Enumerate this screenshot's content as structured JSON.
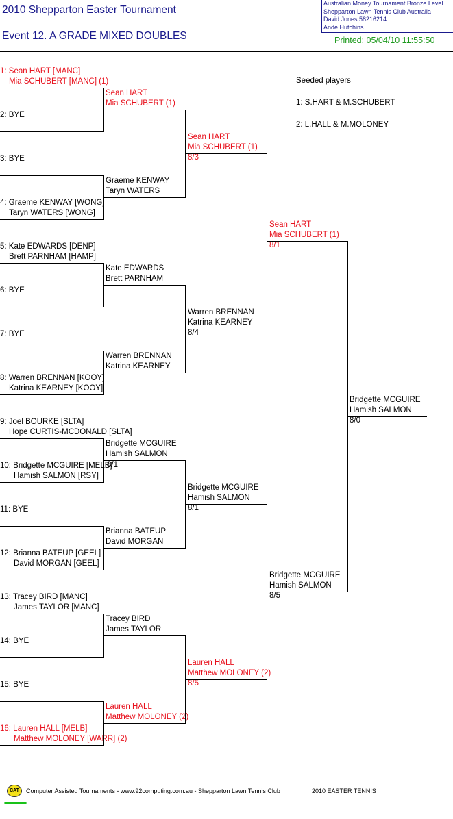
{
  "header": {
    "tournament_title": "2010 Shepparton Easter Tournament",
    "event_title": "Event 12. A GRADE MIXED DOUBLES",
    "info_lines": [
      "Australian Money Tournament Bronze Level",
      "Shepparton Lawn Tennis Club   Australia",
      "David Jones   58216214",
      "Ande Hutchins"
    ],
    "printed": "Printed: 05/04/10 11:55:50"
  },
  "seeded": {
    "heading": "Seeded players",
    "players": [
      "1: S.HART & M.SCHUBERT",
      "2: L.HALL & M.MOLONEY"
    ]
  },
  "draw": [
    {
      "line1": "1: Sean HART [MANC]",
      "line2": "Mia SCHUBERT [MANC] (1)"
    },
    {
      "line1": "2: BYE",
      "line2": ""
    },
    {
      "line1": "3: BYE",
      "line2": ""
    },
    {
      "line1": "4: Graeme KENWAY [WONG]",
      "line2": "Taryn WATERS [WONG]"
    },
    {
      "line1": "5: Kate EDWARDS [DENP]",
      "line2": "Brett PARNHAM [HAMP]"
    },
    {
      "line1": "6: BYE",
      "line2": ""
    },
    {
      "line1": "7: BYE",
      "line2": ""
    },
    {
      "line1": "8: Warren BRENNAN [KOOY]",
      "line2": "Katrina KEARNEY [KOOY]"
    },
    {
      "line1": "9: Joel BOURKE [SLTA]",
      "line2": "Hope CURTIS-MCDONALD [SLTA]"
    },
    {
      "line1": "10: Bridgette MCGUIRE [MELB]",
      "line2": "Hamish SALMON [RSY]"
    },
    {
      "line1": "11: BYE",
      "line2": ""
    },
    {
      "line1": "12: Brianna BATEUP [GEEL]",
      "line2": "David MORGAN [GEEL]"
    },
    {
      "line1": "13: Tracey BIRD [MANC]",
      "line2": "James TAYLOR [MANC]"
    },
    {
      "line1": "14: BYE",
      "line2": ""
    },
    {
      "line1": "15: BYE",
      "line2": ""
    },
    {
      "line1": "16: Lauren HALL [MELB]",
      "line2": "Matthew MOLONEY [WARR] (2)"
    }
  ],
  "round2": [
    {
      "line1": "Sean HART",
      "line2": "Mia SCHUBERT (1)",
      "score": ""
    },
    {
      "line1": "Graeme KENWAY",
      "line2": "Taryn WATERS",
      "score": ""
    },
    {
      "line1": "Kate EDWARDS",
      "line2": "Brett PARNHAM",
      "score": ""
    },
    {
      "line1": "Warren BRENNAN",
      "line2": "Katrina KEARNEY",
      "score": ""
    },
    {
      "line1": "Bridgette MCGUIRE",
      "line2": "Hamish SALMON",
      "score": "8/1"
    },
    {
      "line1": "Brianna BATEUP",
      "line2": "David MORGAN",
      "score": ""
    },
    {
      "line1": "Tracey BIRD",
      "line2": "James TAYLOR",
      "score": ""
    },
    {
      "line1": "Lauren HALL",
      "line2": "Matthew MOLONEY (2)",
      "score": ""
    }
  ],
  "quarterfinals": [
    {
      "line1": "Sean HART",
      "line2": "Mia SCHUBERT (1)",
      "score": "8/3"
    },
    {
      "line1": "Warren BRENNAN",
      "line2": "Katrina KEARNEY",
      "score": "8/4"
    },
    {
      "line1": "Bridgette MCGUIRE",
      "line2": "Hamish SALMON",
      "score": "8/1"
    },
    {
      "line1": "Lauren HALL",
      "line2": "Matthew MOLONEY (2)",
      "score": "8/5"
    }
  ],
  "semifinals": [
    {
      "line1": "Sean HART",
      "line2": "Mia SCHUBERT (1)",
      "score": "8/1"
    },
    {
      "line1": "Bridgette MCGUIRE",
      "line2": "Hamish SALMON",
      "score": "8/5"
    }
  ],
  "final": {
    "line1": "Bridgette MCGUIRE",
    "line2": "Hamish SALMON",
    "score": "8/0"
  },
  "footer": {
    "logo_text": "CAT",
    "credit": "Computer Assisted Tournaments - www.92computing.com.au -  Shepparton Lawn Tennis Club",
    "event_name": "2010 EASTER TENNIS"
  },
  "colors": {
    "seed_text": "#e8101c",
    "header_text": "#1a1a8c",
    "printed_text": "#1e9a1e"
  }
}
